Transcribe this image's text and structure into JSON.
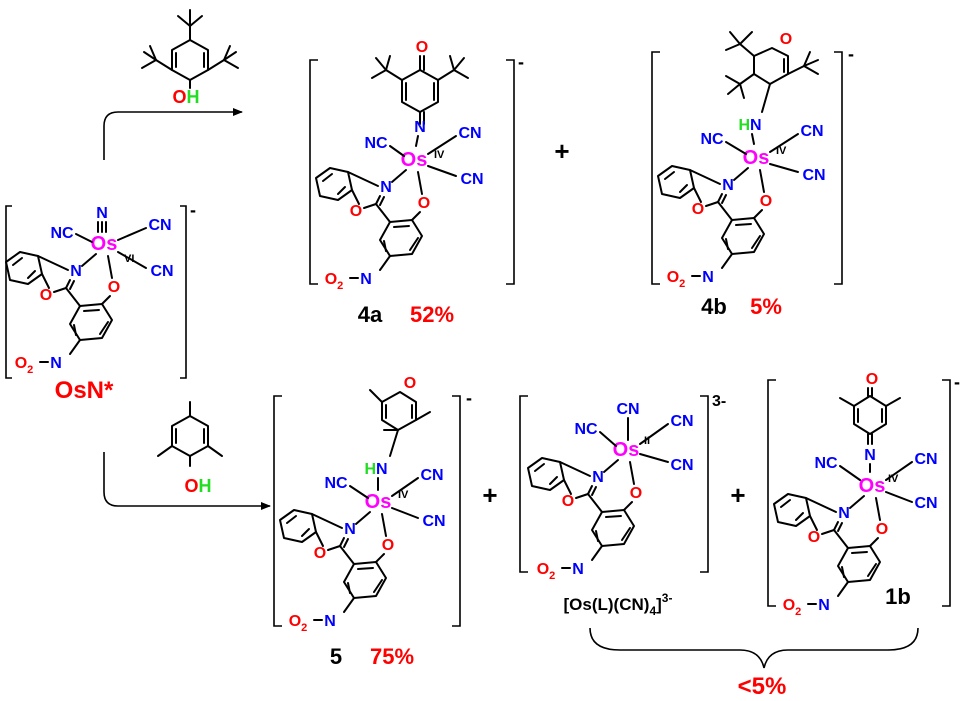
{
  "colors": {
    "osmium": "#ff00ff",
    "nitrogen": "#0000ff",
    "oxygen": "#ff0000",
    "hydrogen": "#22dd22",
    "yield": "#ff0000",
    "bond": "#000000"
  },
  "atoms": {
    "os": "Os",
    "n": "N",
    "o": "O",
    "h": "H",
    "hn": "HN",
    "cn": "CN",
    "nc": "NC",
    "o2": "O",
    "o2_sub": "2"
  },
  "ox_states": {
    "vi": "VI",
    "iv": "IV",
    "ii": "II"
  },
  "charges": {
    "minus": "-",
    "three_minus": "3-"
  },
  "start": {
    "label": "OsN*"
  },
  "products": {
    "p4a": {
      "label": "4a",
      "yield": "52%"
    },
    "p4b": {
      "label": "4b",
      "yield": "5%"
    },
    "p5": {
      "label": "5",
      "yield": "75%"
    },
    "p1b": {
      "label": "1b"
    },
    "os_cn4": {
      "base": "[Os(L)(CN)",
      "sub": "4",
      "close": "]",
      "sup": "3-"
    },
    "minor_yield": "<5%"
  },
  "plus": "+"
}
